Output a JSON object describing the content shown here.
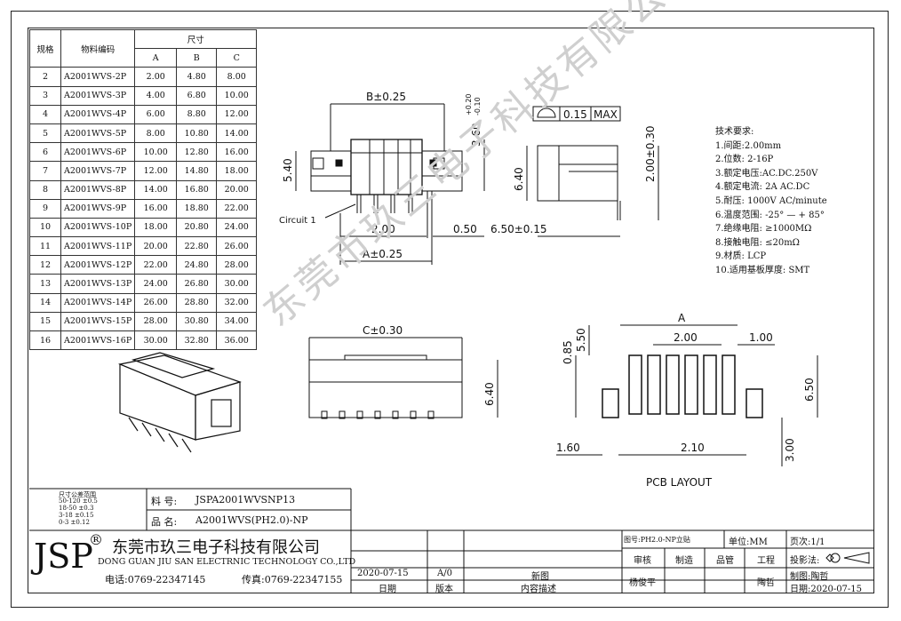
{
  "table": {
    "headers": {
      "size": "规格",
      "code": "物料编码",
      "dims": "尺寸",
      "a": "A",
      "b": "B",
      "c": "C"
    },
    "rows": [
      [
        "2",
        "A2001WVS-2P",
        "2.00",
        "4.80",
        "8.00"
      ],
      [
        "3",
        "A2001WVS-3P",
        "4.00",
        "6.80",
        "10.00"
      ],
      [
        "4",
        "A2001WVS-4P",
        "6.00",
        "8.80",
        "12.00"
      ],
      [
        "5",
        "A2001WVS-5P",
        "8.00",
        "10.80",
        "14.00"
      ],
      [
        "6",
        "A2001WVS-6P",
        "10.00",
        "12.80",
        "16.00"
      ],
      [
        "7",
        "A2001WVS-7P",
        "12.00",
        "14.80",
        "18.00"
      ],
      [
        "8",
        "A2001WVS-8P",
        "14.00",
        "16.80",
        "20.00"
      ],
      [
        "9",
        "A2001WVS-9P",
        "16.00",
        "18.80",
        "22.00"
      ],
      [
        "10",
        "A2001WVS-10P",
        "18.00",
        "20.80",
        "24.00"
      ],
      [
        "11",
        "A2001WVS-11P",
        "20.00",
        "22.80",
        "26.00"
      ],
      [
        "12",
        "A2001WVS-12P",
        "22.00",
        "24.80",
        "28.00"
      ],
      [
        "13",
        "A2001WVS-13P",
        "24.00",
        "26.80",
        "30.00"
      ],
      [
        "14",
        "A2001WVS-14P",
        "26.00",
        "28.80",
        "32.00"
      ],
      [
        "15",
        "A2001WVS-15P",
        "28.00",
        "30.80",
        "34.00"
      ],
      [
        "16",
        "A2001WVS-16P",
        "30.00",
        "32.80",
        "36.00"
      ]
    ]
  },
  "tech": {
    "title": "技术要求:",
    "items": [
      "1.间距:2.00mm",
      "2.位数: 2-16P",
      "3.额定电压:AC.DC.250V",
      "4.额定电流: 2A AC.DC",
      "5.耐压: 1000V AC/minute",
      "6.温度范围: -25° — + 85°",
      "7.绝缘电阻: ≥1000MΩ",
      "8.接触电阻: ≤20mΩ",
      "9.材质: LCP",
      "10.适用基板厚度: SMT"
    ]
  },
  "dims": {
    "b": "B±0.25",
    "plus": "+0.20",
    "minus": "-0.10",
    "v360": "3.60",
    "v540": "5.40",
    "circuit": "Circuit 1",
    "v200": "2.00",
    "v050": "0.50",
    "a": "A±0.25",
    "tol_box": "0.15",
    "max": "MAX",
    "v640": "6.40",
    "v200b": "2.00±0.30",
    "v650": "6.50±0.15",
    "c": "C±0.30",
    "v640b": "6.40",
    "pcb_a": "A",
    "pcb_085": "0.85",
    "pcb_550": "5.50",
    "pcb_200": "2.00",
    "pcb_100": "1.00",
    "pcb_650": "6.50",
    "pcb_160": "1.60",
    "pcb_210": "2.10",
    "pcb_300": "3.00",
    "pcb_title": "PCB LAYOUT"
  },
  "watermark": "东莞市玖三电子科技有限公司",
  "titleblock": {
    "tol_title": "尺寸公差范围",
    "tol_rows": [
      "50-120  ±0.5",
      "18-50   ±0.3",
      "3-18    ±0.15",
      "0-3     ±0.12"
    ],
    "material_label": "料  号:",
    "material": "JSPA2001WVSNP13",
    "product_label": "品  名:",
    "product": "A2001WVS(PH2.0)-NP",
    "logo": "JSP",
    "reg": "®",
    "company_cn": "东莞市玖三电子科技有限公司",
    "company_en": "DONG GUAN JIU SAN ELECTRNIC TECHNOLOGY CO.,LTD",
    "tel": "电话:0769-22347145",
    "fax": "传真:0769-22347155",
    "date_val": "2020-07-15",
    "rev_val": "A/0",
    "desc_val": "新图",
    "date_hdr": "日期",
    "rev_hdr": "版本",
    "desc_hdr": "内容描述",
    "drawing_no": "图号:PH2.0-NP立贴",
    "unit": "单位:MM",
    "page": "页次:1/1",
    "audit": "审核",
    "make": "制造",
    "qc": "品管",
    "eng": "工程",
    "projection": "投影法:",
    "auditor": "杨俊平",
    "engineer": "陶哲",
    "drafter": "制图:陶哲",
    "date2": "日期:2020-07-15"
  }
}
